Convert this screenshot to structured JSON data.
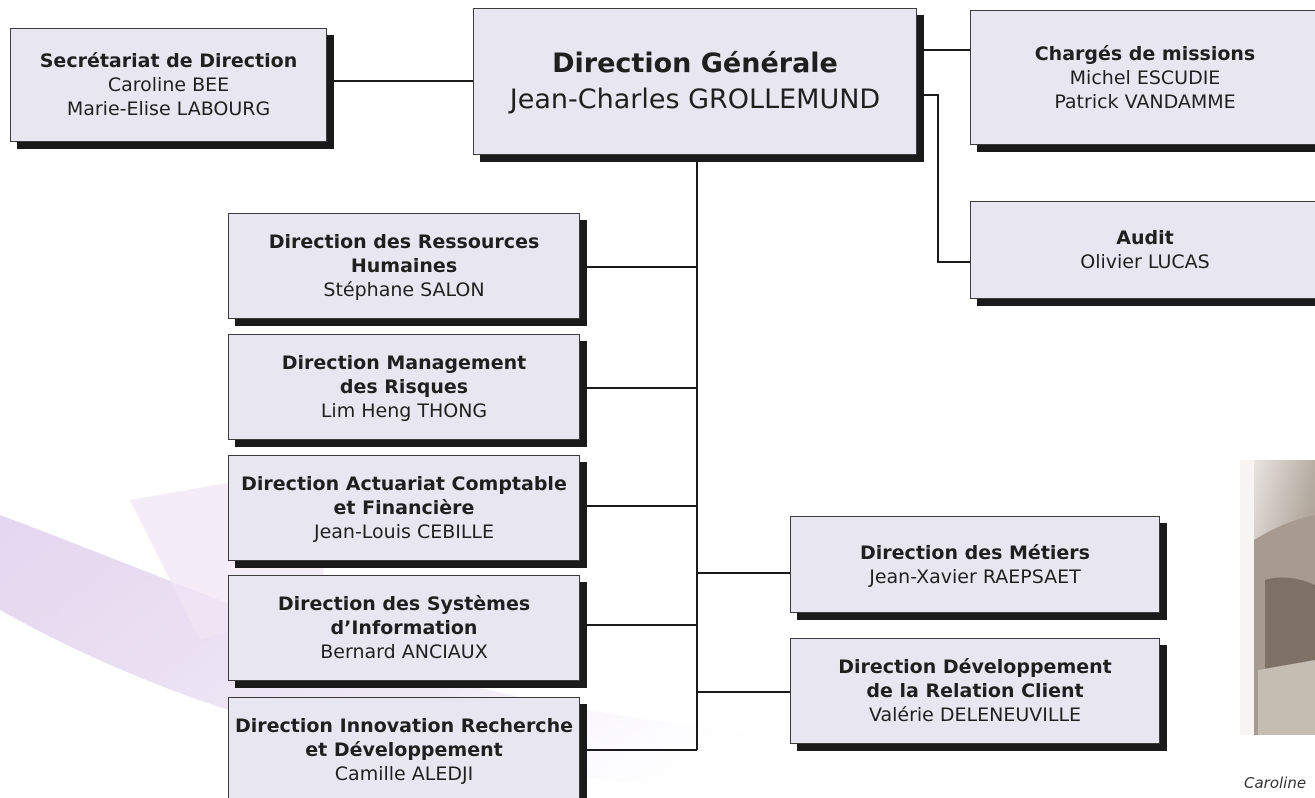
{
  "chart": {
    "main": {
      "title": "Direction Générale",
      "person": "Jean-Charles GROLLEMUND"
    },
    "secretariat": {
      "title": "Secrétariat de Direction",
      "person": "Caroline BEE\nMarie-Elise LABOURG"
    },
    "missions": {
      "title": "Chargés de missions",
      "person": "Michel ESCUDIE\nPatrick VANDAMME"
    },
    "audit": {
      "title": "Audit",
      "person": "Olivier LUCAS"
    },
    "left_units": [
      {
        "title": "Direction des Ressources\nHumaines",
        "person": "Stéphane SALON"
      },
      {
        "title": "Direction Management\ndes Risques",
        "person": "Lim Heng THONG"
      },
      {
        "title": "Direction Actuariat Comptable\net Financière",
        "person": "Jean-Louis CEBILLE"
      },
      {
        "title": "Direction des Systèmes\nd’Information",
        "person": "Bernard ANCIAUX"
      },
      {
        "title": "Direction Innovation Recherche\net Développement",
        "person": "Camille ALEDJI"
      }
    ],
    "right_units": [
      {
        "title": "Direction des Métiers",
        "person": "Jean-Xavier RAEPSAET"
      },
      {
        "title": "Direction Développement\nde la Relation Client",
        "person": "Valérie DELENEUVILLE"
      }
    ]
  },
  "photo": {
    "caption": "Caroline"
  },
  "colors": {
    "box_fill": "#e7e6f1",
    "shadow": "#1a1a1a",
    "line": "#1a1a1a",
    "swoosh": "#ece3f2"
  }
}
